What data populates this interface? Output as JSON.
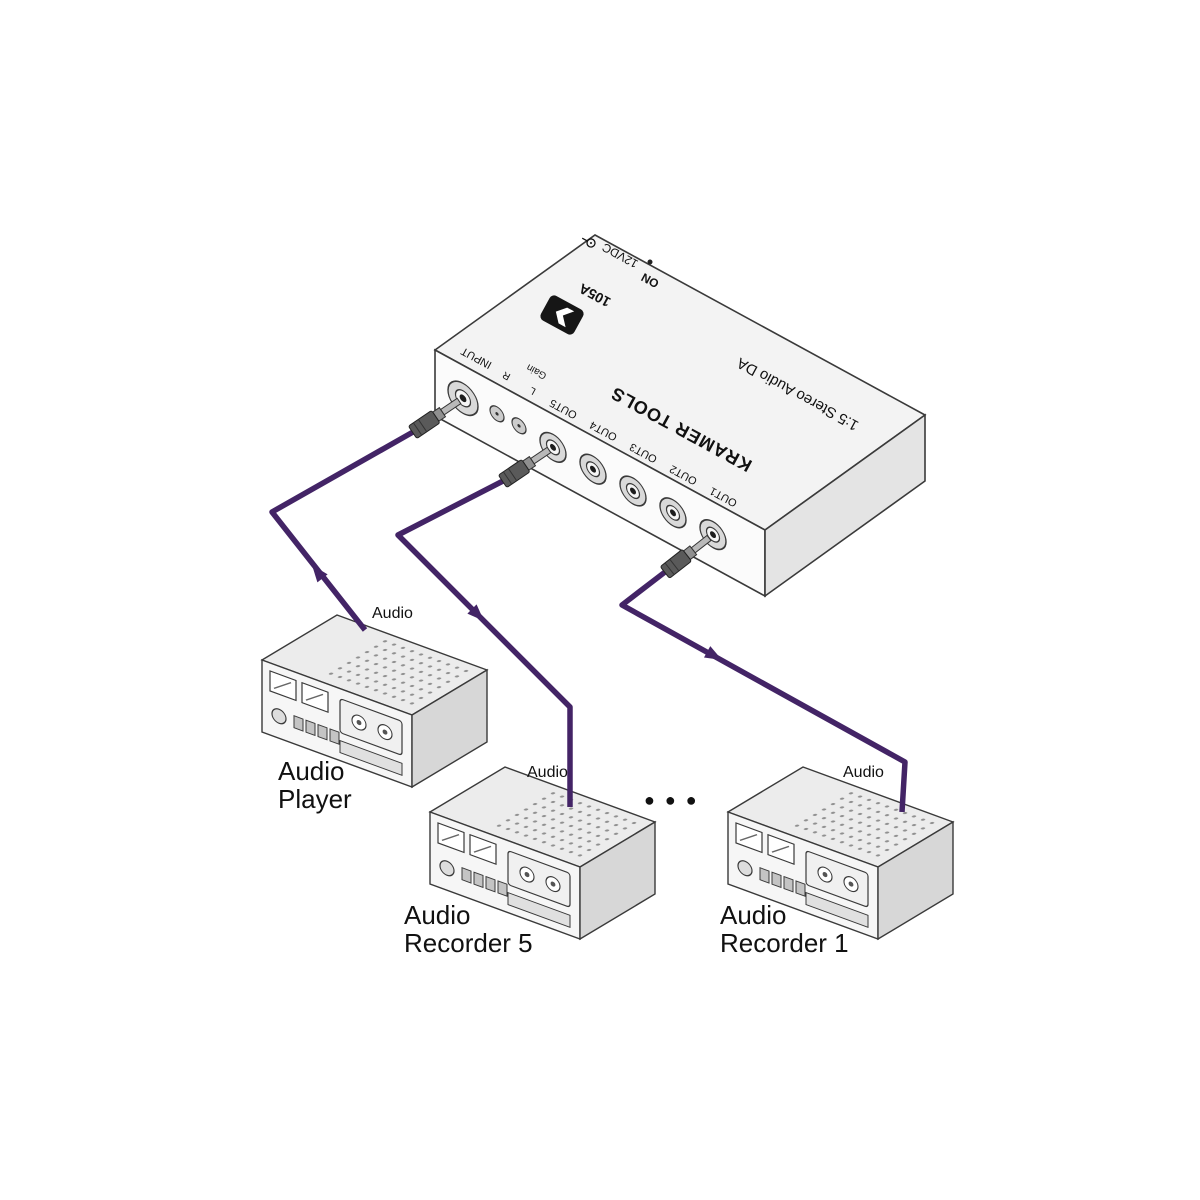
{
  "ellipsis": "●●●",
  "colors": {
    "cable": "#432466",
    "outline": "#3a3a3a"
  },
  "da": {
    "series": "KRAMER TOOLS",
    "description": "1:5 Stereo Audio DA",
    "model": "105A",
    "on": "ON",
    "power": "12VDC",
    "input": "INPUT",
    "right": "R",
    "left": "L",
    "gain": "Gain",
    "outputs": [
      "OUT5",
      "OUT4",
      "OUT3",
      "OUT2",
      "OUT1"
    ],
    "logo_icon": "kramer-k-logo"
  },
  "devices": [
    {
      "id": "audio-player",
      "caption_line1": "Audio",
      "caption_line2": "Player",
      "cable_label": "Audio"
    },
    {
      "id": "audio-recorder-5",
      "caption_line1": "Audio",
      "caption_line2": "Recorder 5",
      "cable_label": "Audio"
    },
    {
      "id": "audio-recorder-1",
      "caption_line1": "Audio",
      "caption_line2": "Recorder 1",
      "cable_label": "Audio"
    }
  ]
}
